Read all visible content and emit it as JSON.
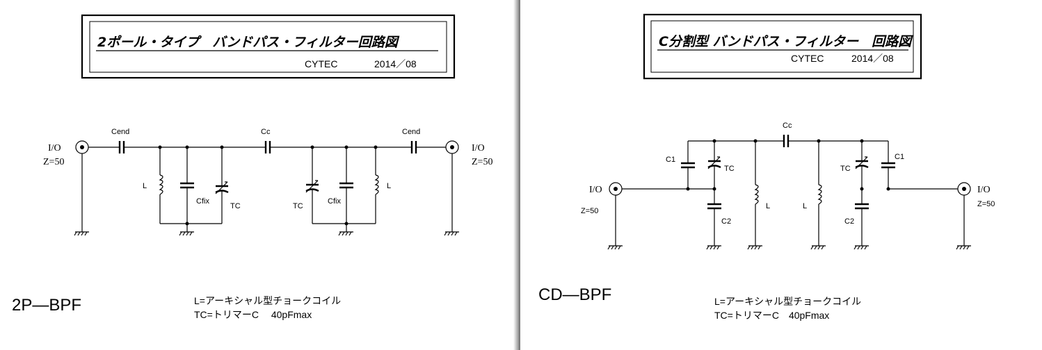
{
  "left": {
    "title": "2ポール・タイプ　バンドパス・フィルター回路図",
    "company": "CYTEC",
    "date": "2014／08",
    "io_left": "I/O",
    "z_left": "Z=50",
    "io_right": "I/O",
    "z_right": "Z=50",
    "cend_left": "Cend",
    "cc": "Cc",
    "cend_right": "Cend",
    "l_left": "L",
    "cfix_left": "Cfix",
    "tc_left": "TC",
    "tc_right": "TC",
    "cfix_right": "Cfix",
    "l_right": "L",
    "name": "2P—BPF",
    "note1": "L=アーキシャル型チョークコイル",
    "note2": "TC=トリマーC　 40pFmax"
  },
  "right": {
    "title": "C分割型  バンドパス・フィルター　回路図",
    "company": "CYTEC",
    "date": "2014／08",
    "io_left": "I/O",
    "z_left": "Z=50",
    "io_right": "I/O",
    "z_right": "Z=50",
    "cc": "Cc",
    "c1_left": "C1",
    "tc_left": "TC",
    "c2_left": "C2",
    "l_left": "L",
    "l_right": "L",
    "tc_right": "TC",
    "c1_right": "C1",
    "c2_right": "C2",
    "name": "CD—BPF",
    "note1": "L=アーキシャル型チョークコイル",
    "note2": "TC=トリマーC　40pFmax"
  }
}
